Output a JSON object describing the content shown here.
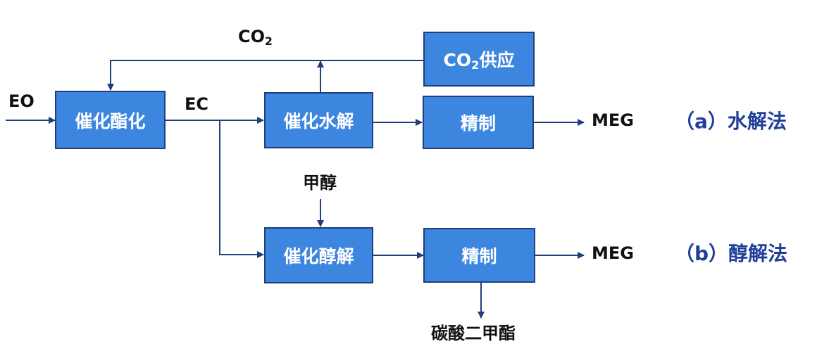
{
  "colors": {
    "box_fill": "#3d86e0",
    "box_border": "#1f3f7a",
    "arrow": "#1f3f7a",
    "method_label": "#1f3f9a"
  },
  "boxes": {
    "catalytic_carbonation": "催化酯化",
    "catalytic_hydrolysis": "催化水解",
    "co2_supply_prefix": "CO",
    "co2_supply_sub": "2",
    "co2_supply_suffix": "供应",
    "refining_a": "精制",
    "catalytic_alcoholysis": "催化醇解",
    "refining_b": "精制"
  },
  "labels": {
    "eo": "EO",
    "ec": "EC",
    "co2_prefix": "CO",
    "co2_sub": "2",
    "methanol": "甲醇",
    "meg_a": "MEG",
    "meg_b": "MEG",
    "dmc": "碳酸二甲酯"
  },
  "methods": {
    "a": "（a）水解法",
    "b": "（b）醇解法"
  }
}
